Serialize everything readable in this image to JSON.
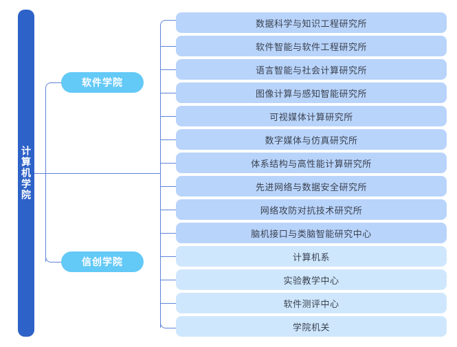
{
  "diagram": {
    "type": "organization-tree",
    "orientation": "left-to-right",
    "colors": {
      "root_fill": "#2d62c8",
      "root_text": "#ffffff",
      "school_fill": "#63c9f7",
      "school_text": "#ffffff",
      "item_fill_medium": "#b9d4fb",
      "item_fill_light": "#cfe7fc",
      "item_text": "#3a4250",
      "connector": "#5b82d8",
      "background": "#ffffff"
    }
  },
  "root": {
    "label": "计算机学院"
  },
  "schools": [
    {
      "label": "软件学院"
    },
    {
      "label": "信创学院"
    }
  ],
  "units": [
    {
      "label": "数据科学与知识工程研究所",
      "tone": "medium"
    },
    {
      "label": "软件智能与软件工程研究所",
      "tone": "medium"
    },
    {
      "label": "语言智能与社会计算研究所",
      "tone": "medium"
    },
    {
      "label": "图像计算与感知智能研究所",
      "tone": "medium"
    },
    {
      "label": "可视媒体计算研究所",
      "tone": "medium"
    },
    {
      "label": "数字媒体与仿真研究所",
      "tone": "medium"
    },
    {
      "label": "体系结构与高性能计算研究所",
      "tone": "medium"
    },
    {
      "label": "先进网络与数据安全研究所",
      "tone": "medium"
    },
    {
      "label": "网络攻防对抗技术研究所",
      "tone": "medium"
    },
    {
      "label": "脑机接口与类脑智能研究中心",
      "tone": "medium"
    },
    {
      "label": "计算机系",
      "tone": "light"
    },
    {
      "label": "实验教学中心",
      "tone": "light"
    },
    {
      "label": "软件测评中心",
      "tone": "light"
    },
    {
      "label": "学院机关",
      "tone": "light"
    }
  ]
}
